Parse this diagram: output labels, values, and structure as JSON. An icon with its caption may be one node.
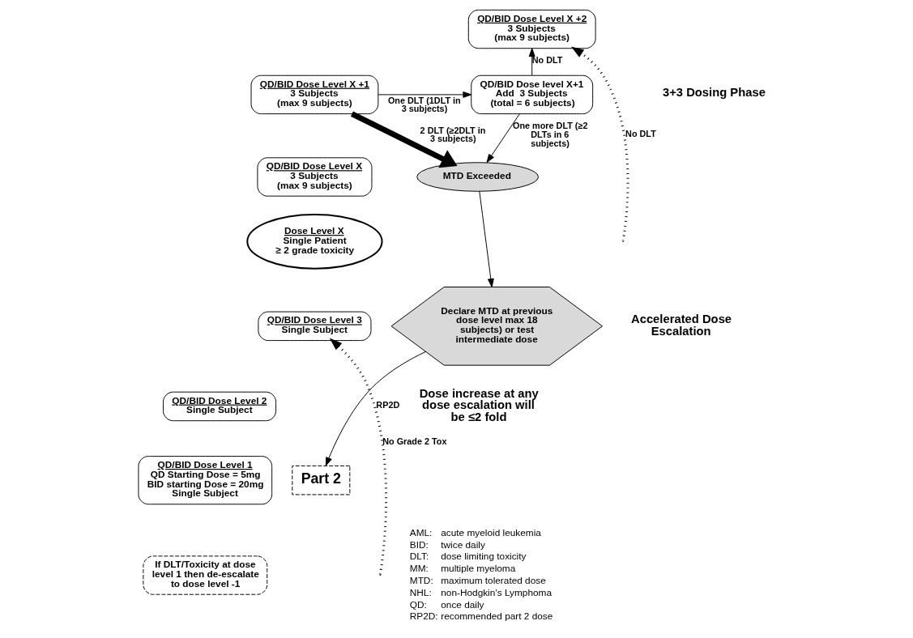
{
  "diagram": {
    "nodes": [
      {
        "text": [
          "If DLT/Toxicity at dose level 1 then de-escalate to dose level -1"
        ]
      },
      {
        "text": [
          "QD/BID Dose Level 1",
          "QD Starting Dose = 5mg",
          "BID starting Dose = 20mg",
          "Single Subject"
        ]
      },
      {
        "text": [
          "QD/BID Dose Level 2",
          "Single Subject"
        ]
      },
      {
        "text": [
          "QD/BID Dose Level 3",
          "Single Subject"
        ]
      },
      {
        "text": [
          "Dose Level X",
          "Single Patient",
          "≥ 2 grade toxicity"
        ]
      },
      {
        "text": [
          "QD/BID Dose Level X",
          "3 Subjects",
          "(max 9 subjects)"
        ]
      },
      {
        "text": [
          "QD/BID Dose Level X +1",
          "3 Subjects",
          "(max 9 subjects)"
        ]
      },
      {
        "text": [
          "QD/BID Dose Level X +2",
          "3 Subjects",
          "(max 9 subjects)"
        ]
      },
      {
        "text": [
          "QD/BID Dose level X+1",
          "Add  3 Subjects",
          "(total = 6 subjects)"
        ]
      },
      {
        "text": [
          "MTD Exceeded"
        ]
      },
      {
        "text": [
          "Declare MTD at previous dose level max 18 subjects) or test intermediate dose"
        ]
      },
      {
        "text": [
          "Part 2"
        ]
      }
    ],
    "edges": [
      {
        "from": null,
        "to": 3,
        "arrow": "to",
        "label": "No Grade 2 Tox",
        "style": "dashed"
      },
      {
        "from": null,
        "to": 7,
        "arrow": "to",
        "label": "No DLT",
        "style": "dashed"
      },
      {
        "from": 6,
        "to": 8,
        "arrow": "to",
        "label": "One DLT (1DLT in 3 subjects)"
      },
      {
        "from": 8,
        "to": 7,
        "arrow": "to",
        "label": "No DLT"
      },
      {
        "from": 8,
        "to": 9,
        "arrow": "to",
        "label": "One more DLT (≥2 DLTs in 6 subjects)"
      },
      {
        "from": 6,
        "to": 9,
        "arrow": "to",
        "label": "2 DLT (≥2DLT in 3 subjects)",
        "style": "thick"
      },
      {
        "from": 9,
        "to": 10,
        "arrow": "to"
      },
      {
        "from": 10,
        "to": 11,
        "arrow": "to",
        "label": "RP2D"
      }
    ],
    "labels": [
      "3+3 Dosing Phase",
      "Accelerated Dose Escalation",
      "Dose increase at any dose escalation will be ≤2 fold",
      "AML:",
      "acute myeloid leukemia",
      "BID:",
      "twice daily",
      "DLT:",
      "dose limiting toxicity",
      "MM:",
      "multiple myeloma",
      "MTD:",
      "maximum tolerated dose",
      "NHL:",
      "non-Hodgkin’s Lymphoma",
      "QD:",
      "once daily",
      "RP2D:",
      "recommended part 2 dose"
    ]
  }
}
